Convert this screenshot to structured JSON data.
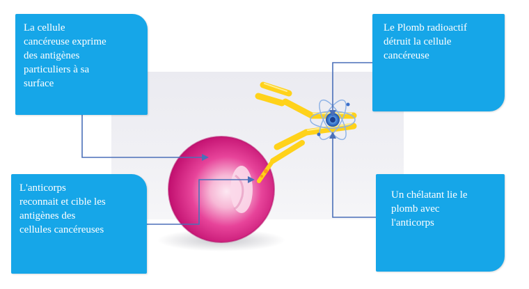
{
  "callouts": {
    "antigens": "La cellule\ncancéreuse exprime\ndes antigènes\nparticuliers à sa\nsurface",
    "lead": "Le Plomb radioactif\ndétruit la cellule\ncancéreuse",
    "antibody": "L'anticorps\nreconnait et cible les\nantigènes des\ncellules cancéreuses",
    "chelator": "Un chélatant lie le\nplomb avec\nl'anticorps"
  },
  "colors": {
    "callout_fill": "#16a6e8",
    "connector": "#4a6fb8",
    "cell_outer": "#d4147e",
    "cell_inner": "#f7c9e0",
    "antibody": "#ffd21a",
    "atom": "#3b6ec9"
  },
  "icons": {
    "cell": "cancer-cell-sphere",
    "antibody": "antibody-y-shape",
    "atom": "radioactive-atom"
  }
}
